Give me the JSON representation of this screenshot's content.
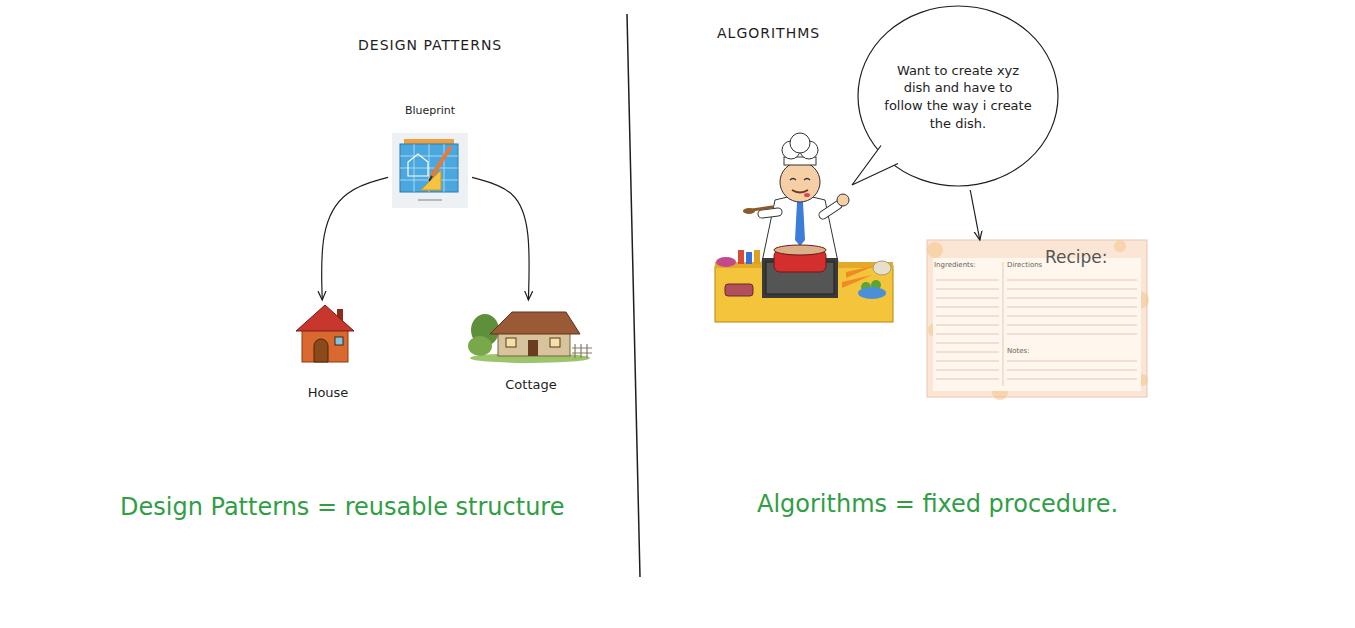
{
  "diagram": {
    "nodes": [
      {
        "text": [
          "Blueprint"
        ]
      },
      {
        "text": [
          "House"
        ]
      },
      {
        "text": [
          "Cottage"
        ]
      },
      {
        "text": [
          "Want to create xyz dish and have to follow the way i create the dish."
        ]
      },
      {
        "text": [
          "Recipe:",
          "Ingredients:",
          "Directions",
          "Notes:"
        ]
      }
    ],
    "edges": [
      {
        "from": 0,
        "to": 1,
        "arrow": "to"
      },
      {
        "from": 0,
        "to": 2,
        "arrow": "to"
      },
      {
        "from": 3,
        "to": 4,
        "arrow": "to"
      }
    ],
    "labels": [
      "DESIGN PATTERNS",
      "ALGORITHMS",
      "Design Patterns = reusable structure",
      "Algorithms = fixed procedure."
    ]
  }
}
